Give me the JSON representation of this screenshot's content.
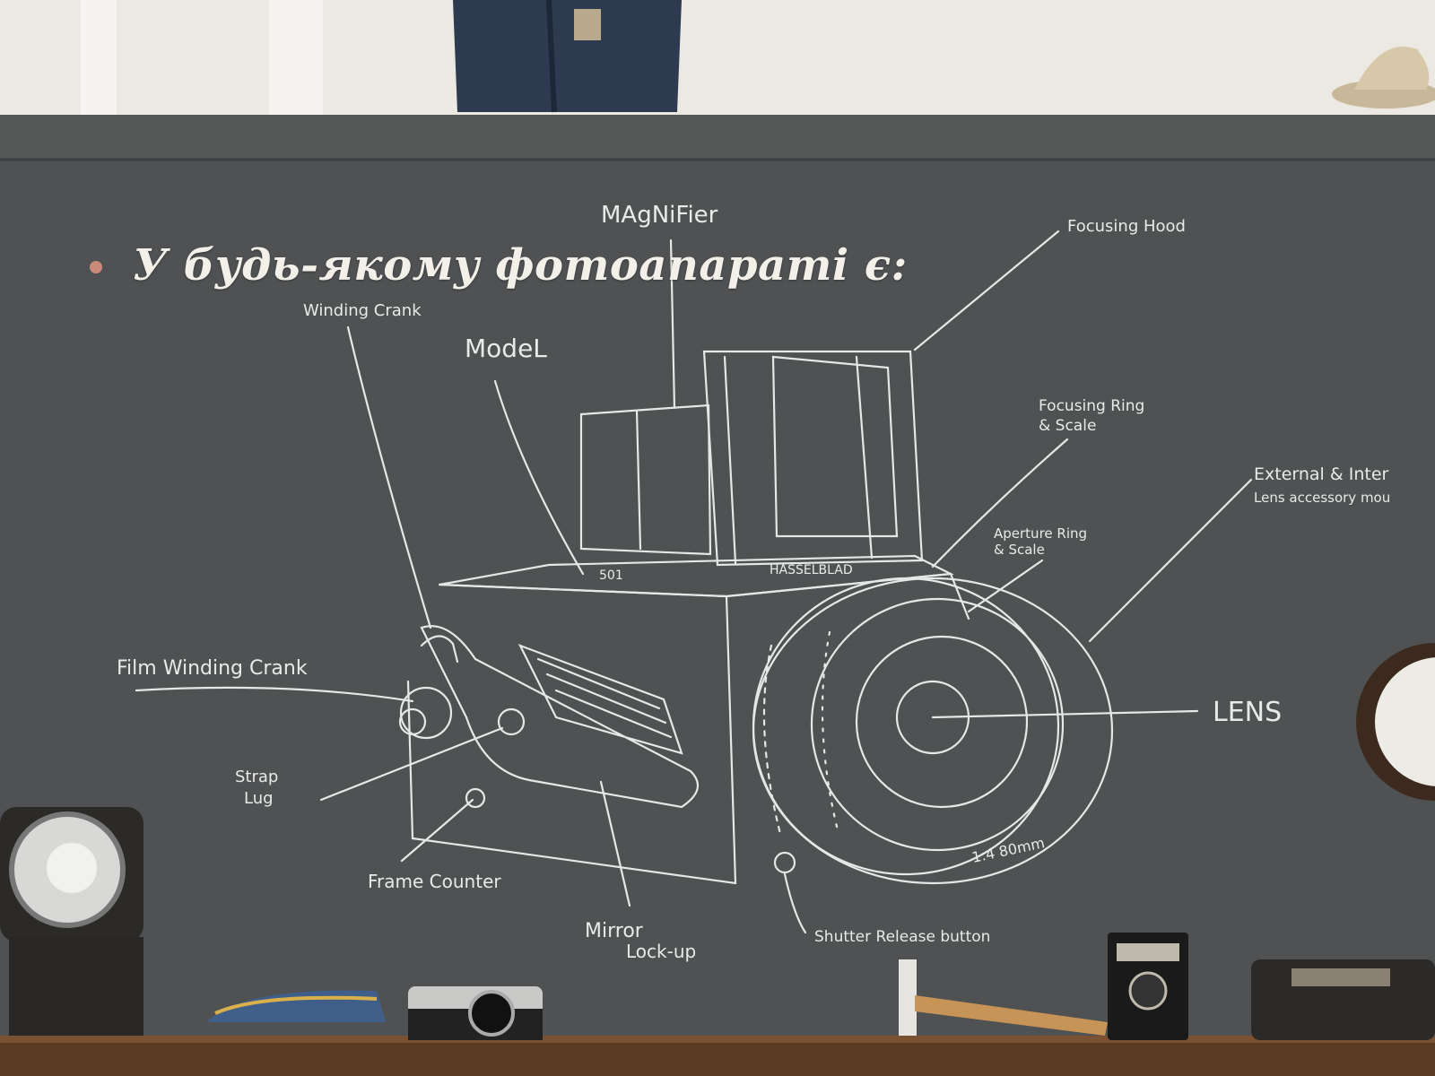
{
  "slide": {
    "bullet_text": "У будь-якому фотоапараті є:",
    "bullet_color": "#c98a78"
  },
  "chalkboard": {
    "labels": {
      "magnifier": "MAgNiFier",
      "focusing_hood": "Focusing Hood",
      "winding_crank": "Winding Crank",
      "model": "ModeL",
      "focusing_ring": "Focusing Ring",
      "focusing_ring_2": "& Scale",
      "aperture_ring": "Aperture Ring",
      "aperture_ring_2": "& Scale",
      "external": "External & Inter",
      "external_2": "Lens accessory mou",
      "film_winding_crank": "Film Winding Crank",
      "lens": "LENS",
      "strap_lug": "Strap",
      "strap_lug_2": "Lug",
      "frame_counter": "Frame Counter",
      "mirror_lockup": "Mirror",
      "mirror_lockup_2": "Lock-up",
      "shutter_button": "Shutter Release button",
      "body_model": "501",
      "body_brand": "HASSELBLAD",
      "lens_marking": "1:4 80mm"
    },
    "colors": {
      "board": "#4f5152",
      "chalk": "#e9ebe8",
      "wall": "#e9e6e0",
      "shelf": "#5a3b24"
    }
  }
}
